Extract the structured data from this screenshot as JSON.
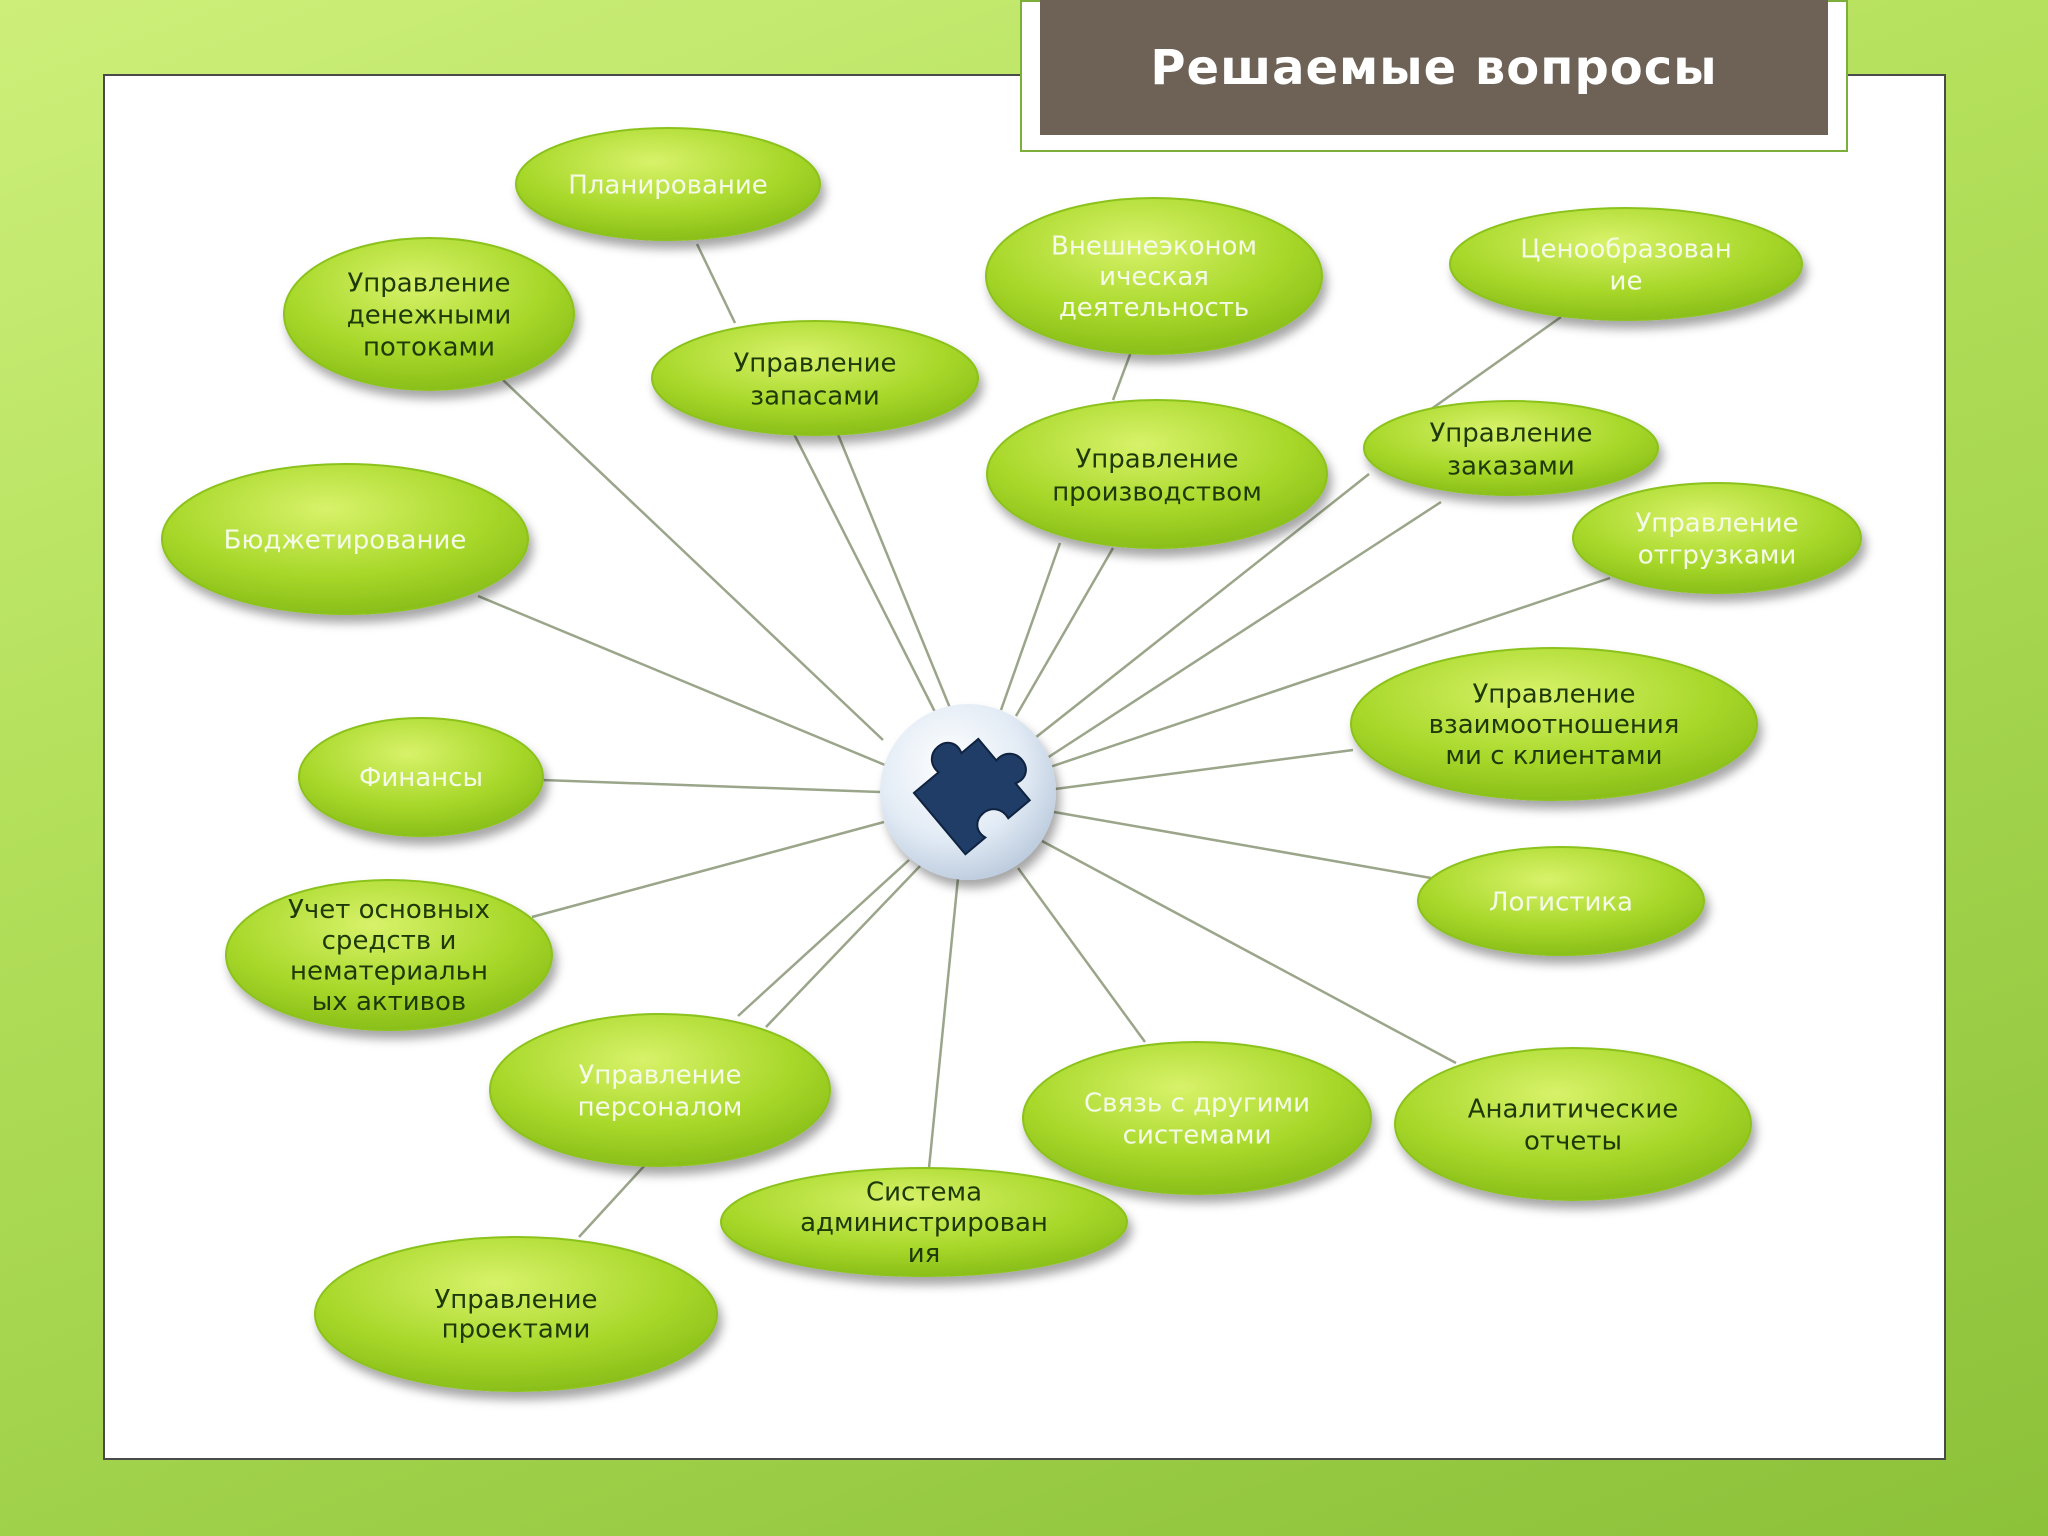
{
  "title": "Решаемые вопросы",
  "center": {
    "icon": "puzzle-piece-icon"
  },
  "nodes": [
    {
      "id": "planning",
      "lines": [
        "Планирование"
      ]
    },
    {
      "id": "cash-flow",
      "lines": [
        "Управление",
        "денежными",
        "потоками"
      ]
    },
    {
      "id": "inventory",
      "lines": [
        "Управление",
        "запасами"
      ]
    },
    {
      "id": "foreign-trade",
      "lines": [
        "Внешнеэконом",
        "ическая",
        "деятельность"
      ]
    },
    {
      "id": "pricing",
      "lines": [
        "Ценообразован",
        "ие"
      ]
    },
    {
      "id": "budgeting",
      "lines": [
        "Бюджетирование"
      ]
    },
    {
      "id": "production",
      "lines": [
        "Управление",
        "производством"
      ]
    },
    {
      "id": "orders",
      "lines": [
        "Управление",
        "заказами"
      ]
    },
    {
      "id": "shipments",
      "lines": [
        "Управление",
        "отгрузками"
      ]
    },
    {
      "id": "crm",
      "lines": [
        "Управление",
        "взаимоотношения",
        "ми с клиентами"
      ]
    },
    {
      "id": "finance",
      "lines": [
        "Финансы"
      ]
    },
    {
      "id": "logistics",
      "lines": [
        "Логистика"
      ]
    },
    {
      "id": "fixed-assets",
      "lines": [
        "Учет основных",
        "средств и",
        "нематериальн",
        "ых активов"
      ]
    },
    {
      "id": "personnel",
      "lines": [
        "Управление",
        "персоналом"
      ]
    },
    {
      "id": "integration",
      "lines": [
        "Связь с другими",
        "системами"
      ]
    },
    {
      "id": "analytics",
      "lines": [
        "Аналитические",
        "отчеты"
      ]
    },
    {
      "id": "administration",
      "lines": [
        "Система",
        "администрирован",
        "ия"
      ]
    },
    {
      "id": "projects",
      "lines": [
        "Управление",
        "проектами"
      ]
    }
  ],
  "colors": {
    "node_fill_top": "#c9ec52",
    "node_fill_bottom": "#8cc21a",
    "connector": "#9aa58a",
    "title_bg": "#6e6256"
  }
}
